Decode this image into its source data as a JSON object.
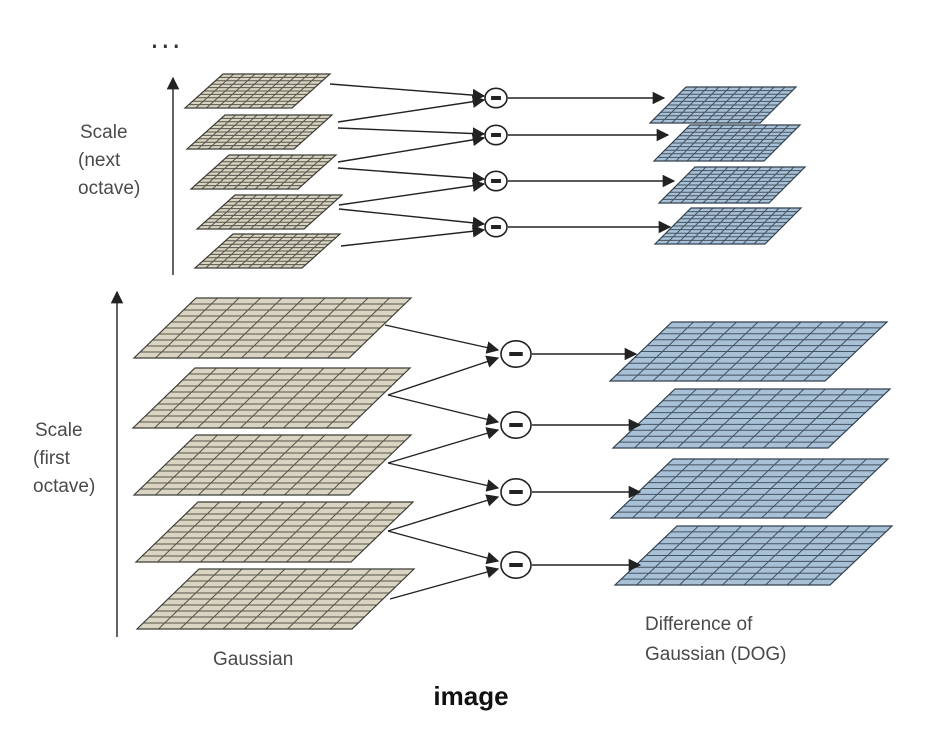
{
  "labels": {
    "ellipsis": "...",
    "scale_next_line1": "Scale",
    "scale_next_line2": "(next",
    "scale_next_line3": "octave)",
    "scale_first_line1": "Scale",
    "scale_first_line2": "(first",
    "scale_first_line3": "octave)",
    "gaussian": "Gaussian",
    "dog_line1": "Difference of",
    "dog_line2": "Gaussian (DOG)",
    "caption": "image",
    "minus_symbol": "−"
  },
  "colors": {
    "gaussian_fill": "#d9d5c2",
    "gaussian_line": "#3f3d36",
    "dog_fill": "#a9c1d6",
    "dog_line": "#31414f",
    "arrow": "#222222",
    "text": "#4a4a4a"
  },
  "structure": {
    "octaves": [
      {
        "name": "next",
        "gaussian_count": 5,
        "dog_count": 4,
        "subtract_count": 4
      },
      {
        "name": "first",
        "gaussian_count": 5,
        "dog_count": 4,
        "subtract_count": 4
      }
    ],
    "grid_cells": 10
  }
}
